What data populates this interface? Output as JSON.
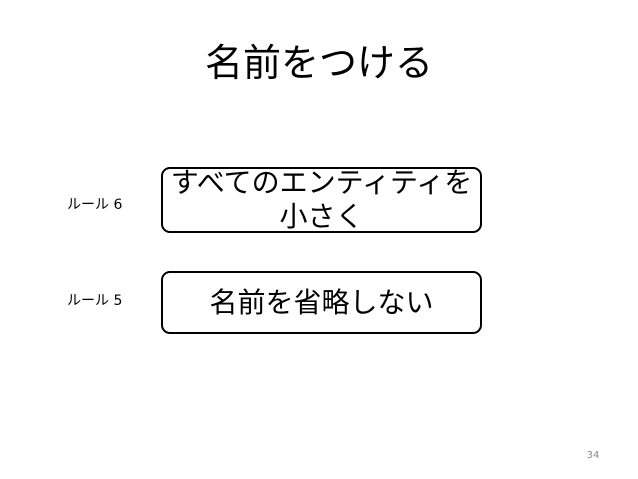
{
  "slide": {
    "title": "名前をつける",
    "page_number": "34"
  },
  "rules": [
    {
      "label": "ルール 6",
      "text_line1": "すべてのエンティティを",
      "text_line2": "小さく"
    },
    {
      "label": "ルール 5",
      "text": "名前を省略しない"
    }
  ],
  "colors": {
    "background": "#ffffff",
    "text": "#000000",
    "border": "#000000",
    "page_number": "#8a8a8a"
  }
}
